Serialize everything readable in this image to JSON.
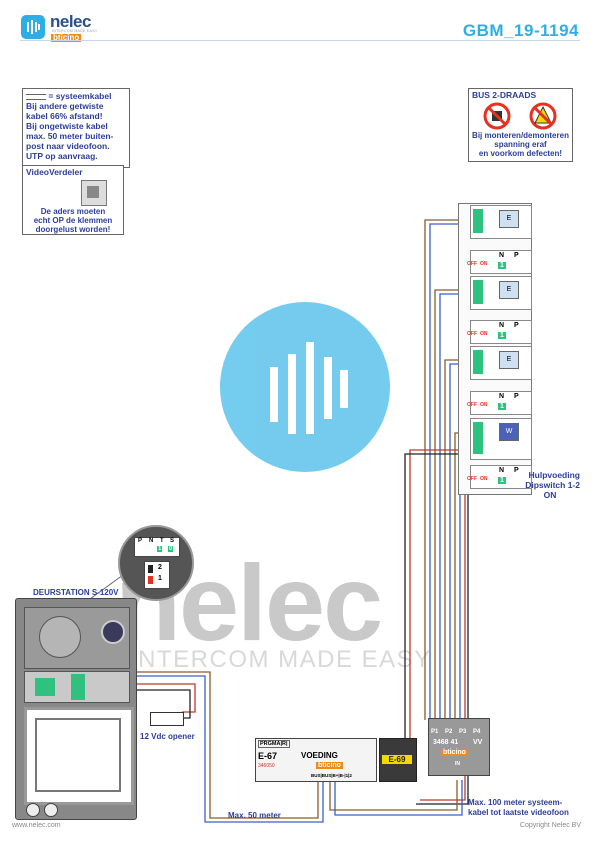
{
  "header": {
    "brand": "nelec",
    "brand_sub": "INTERCOM MADE EASY",
    "partner": "bticino",
    "doc_code": "GBM_19-1194"
  },
  "notes": {
    "cable_legend": "= systeemkabel",
    "cable_lines": [
      "Bij andere getwiste",
      "kabel 66% afstand!",
      "Bij ongetwiste kabel",
      "max. 50 meter buiten-",
      "post naar videofoon.",
      "UTP op aanvraag."
    ],
    "distributor_title": "VideoVerdeler",
    "distributor_lines": [
      "De aders moeten",
      "echt OP de klemmen",
      "doorgelust worden!"
    ]
  },
  "bus_box": {
    "title": "BUS 2-DRAADS",
    "warning": [
      "Bij monteren/demonteren",
      "spanning eraf",
      "en voorkom defecten!"
    ]
  },
  "monitors": [
    {
      "id": "E",
      "switch_off": "OFF",
      "switch_on": "ON",
      "n": "N",
      "p": "P",
      "n_value": "1"
    },
    {
      "id": "E",
      "switch_off": "OFF",
      "switch_on": "ON",
      "n": "N",
      "p": "P",
      "n_value": "1"
    },
    {
      "id": "E",
      "switch_off": "OFF",
      "switch_on": "ON",
      "n": "N",
      "p": "P",
      "n_value": "1"
    },
    {
      "id": "W",
      "switch_off": "OFF",
      "switch_on": "ON",
      "n": "N",
      "p": "P",
      "n_value": "1"
    }
  ],
  "aux_power": {
    "lines": [
      "Hulpvoeding",
      "Dipswitch 1-2",
      "ON"
    ]
  },
  "door_station": {
    "title": "DEURSTATION S-120V",
    "zoom_labels": [
      "P",
      "N",
      "T",
      "S"
    ],
    "zoom_values": [
      "1",
      "0"
    ],
    "dip_labels": [
      "2",
      "1"
    ]
  },
  "opener": {
    "label": "12 Vdc opener"
  },
  "power_supply": {
    "model": "E-67",
    "label": "VOEDING",
    "code": "346050",
    "brand": "bticino",
    "terminals_top": "PRGMA|R|",
    "terminals_bottom": "BUS|BUS|B+|B-|1|2"
  },
  "e69": {
    "model": "E-69"
  },
  "distributor": {
    "ports": [
      "P1",
      "P2",
      "P3",
      "P4"
    ],
    "code": "3468 41",
    "suffix": "VV",
    "brand": "bticino",
    "in_label": "IN"
  },
  "distances": {
    "max50": "Max. 50 meter",
    "max100": [
      "Max. 100 meter systeem-",
      "kabel tot laatste videofoon"
    ]
  },
  "watermark": {
    "text": "nelec",
    "tagline": "INTERCOM MADE EASY"
  },
  "footer": {
    "url": "www.nelec.com",
    "copyright": "Copyright Nelec BV"
  },
  "colors": {
    "accent": "#2eaee4",
    "text_blue": "#2c3e9a",
    "wire_red": "#c0392b",
    "wire_blue": "#3a5fc8",
    "wire_brown": "#8b5a2b",
    "terminal_green": "#2ec27e",
    "psu_yellow": "#f5d800"
  }
}
